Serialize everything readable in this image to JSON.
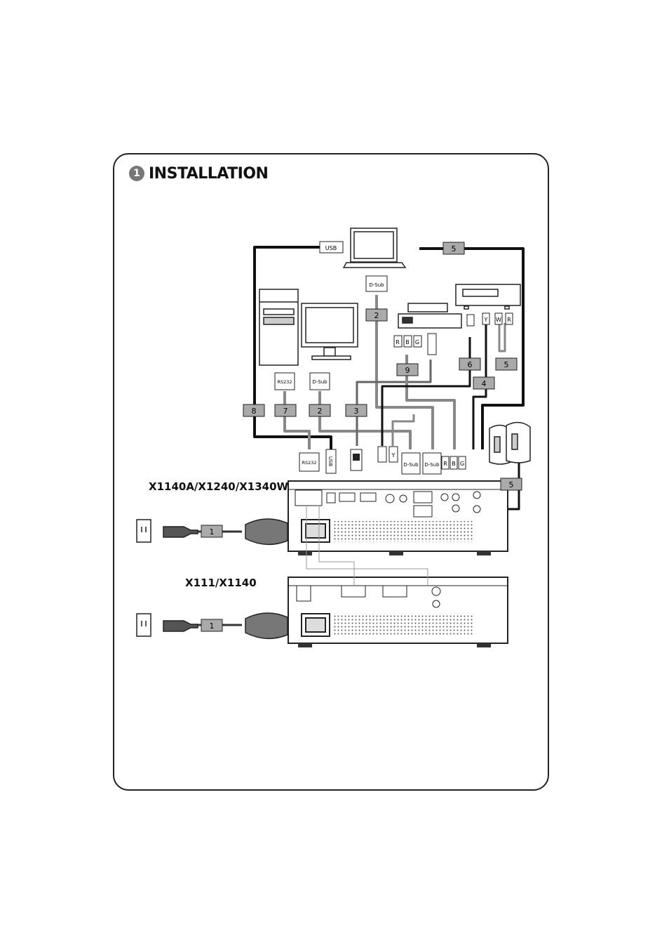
{
  "section": {
    "number": "1",
    "title": "INSTALLATION"
  },
  "models": {
    "top": "X1140A/X1240/X1340W",
    "bottom": "X111/X1140"
  },
  "connectors": {
    "usb": "USB",
    "dsub": "D-Sub",
    "rs232": "RS232",
    "r": "R",
    "b": "B",
    "g": "G",
    "y": "Y",
    "w": "W"
  },
  "cable_numbers": {
    "c1": "1",
    "c2": "2",
    "c3": "3",
    "c4": "4",
    "c5": "5",
    "c6": "6",
    "c7": "7",
    "c8": "8",
    "c9": "9"
  }
}
